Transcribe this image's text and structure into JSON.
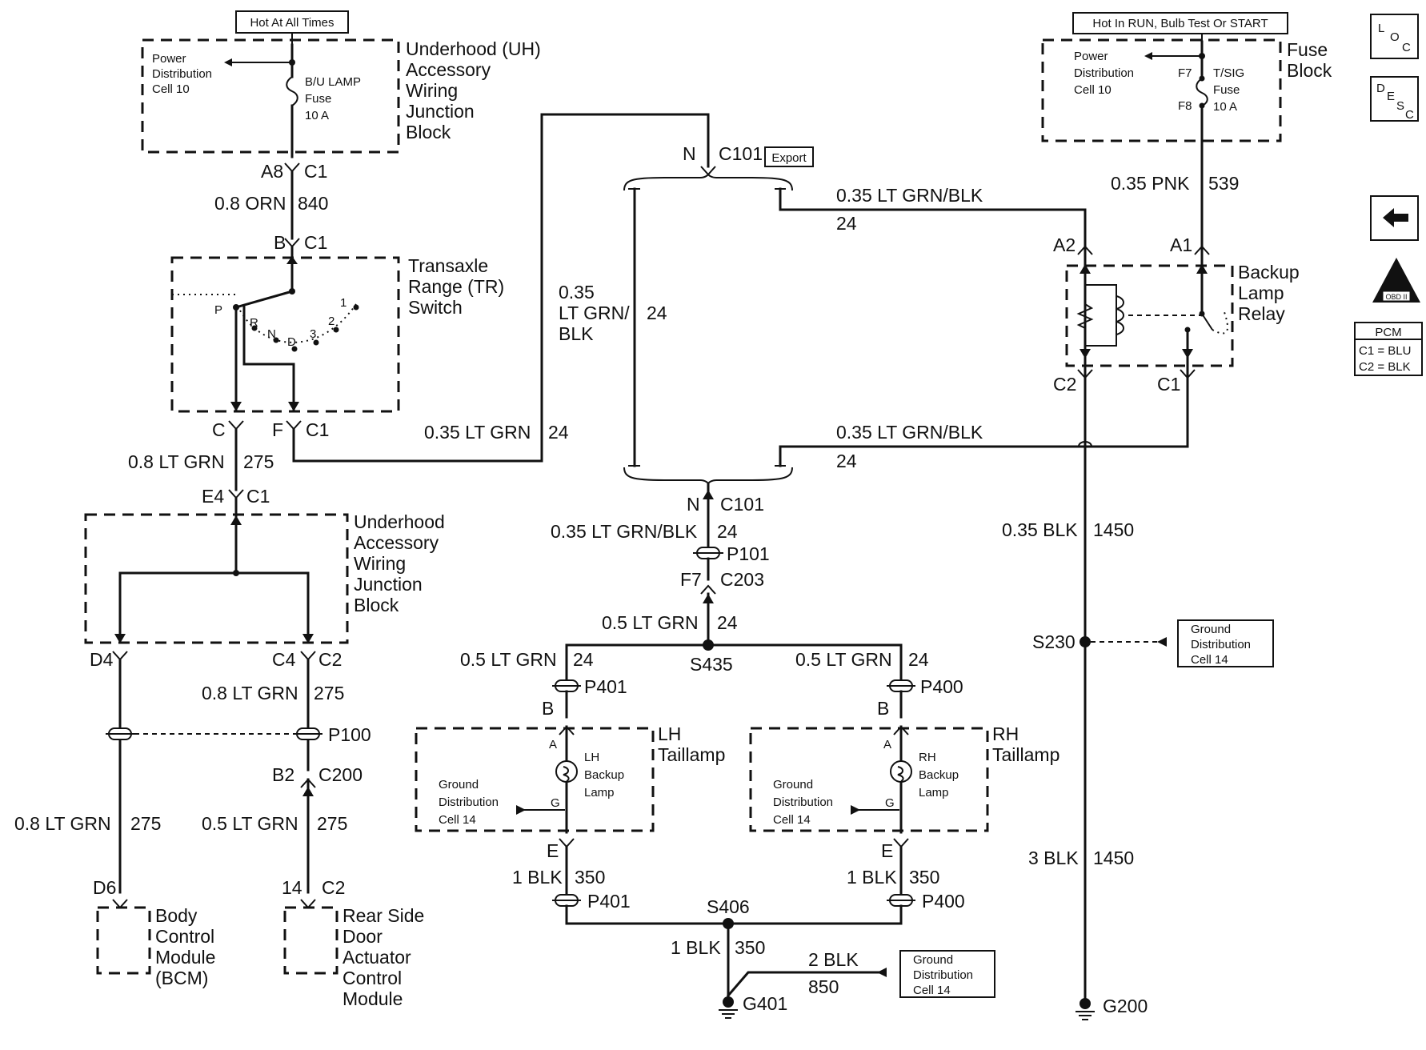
{
  "power": {
    "left_title": "Hot At All Times",
    "right_title": "Hot In RUN, Bulb Test Or START"
  },
  "uh_block_top": {
    "pdc": [
      "Power",
      "Distribution",
      "Cell 10"
    ],
    "fuse": [
      "B/U LAMP",
      "Fuse",
      "10 A"
    ],
    "name": [
      "Underhood (UH)",
      "Accessory",
      "Wiring",
      "Junction",
      "Block"
    ]
  },
  "fuse_block": {
    "pdc": [
      "Power",
      "Distribution",
      "Cell 10"
    ],
    "pin_f7": "F7",
    "pin_f8": "F8",
    "fuse": [
      "T/SIG",
      "Fuse",
      "10 A"
    ],
    "name": [
      "Fuse",
      "Block"
    ]
  },
  "side_icons": {
    "loc": [
      "L",
      "O",
      "C"
    ],
    "desc": [
      "D",
      "E",
      "S",
      "C"
    ],
    "obd": "OBD II",
    "pcm_title": "PCM",
    "pcm_lines": [
      "C1 = BLU",
      "C2 = BLK"
    ]
  },
  "conn": {
    "a8": "A8",
    "c1_a8": "C1",
    "b": "B",
    "c1_b": "C1",
    "c": "C",
    "f": "F",
    "c1_cf": "C1",
    "e4": "E4",
    "c1_e4": "C1",
    "d4": "D4",
    "c4": "C4",
    "c2_c4": "C2",
    "p100": "P100",
    "b2": "B2",
    "c200": "C200",
    "d6": "D6",
    "pin14": "14",
    "c2_14": "C2",
    "n_top": "N",
    "c101_top": "C101",
    "export": "Export",
    "n_bot": "N",
    "c101_bot": "C101",
    "p101": "P101",
    "f7": "F7",
    "c203": "C203",
    "s435": "S435",
    "p401_top": "P401",
    "b_lh": "B",
    "p400_top": "P400",
    "b_rh": "B",
    "a_lh": "A",
    "g_lh": "G",
    "e_lh": "E",
    "a_rh": "A",
    "g_rh": "G",
    "e_rh": "E",
    "p401_bot": "P401",
    "p400_bot": "P400",
    "s406": "S406",
    "g401": "G401",
    "a2": "A2",
    "a1": "A1",
    "c2_relay": "C2",
    "c1_relay": "C1",
    "s230": "S230",
    "g200": "G200"
  },
  "wires": {
    "w840": [
      "0.8 ORN",
      "840"
    ],
    "w275a": [
      "0.8 LT GRN",
      "275"
    ],
    "w24_grn": [
      "0.35 LT GRN",
      "24"
    ],
    "w24_left": [
      "0.35",
      "LT GRN/",
      "BLK",
      "24"
    ],
    "w275_c4": [
      "0.8 LT GRN",
      "275"
    ],
    "w275_d6": [
      "0.8 LT GRN",
      "275"
    ],
    "w275_14": [
      "0.5 LT GRN",
      "275"
    ],
    "w24_top": [
      "0.35 LT GRN/BLK",
      "24"
    ],
    "w24_mid": [
      "0.35 LT GRN/BLK",
      "24"
    ],
    "w24_c101": [
      "0.35 LT GRN/BLK",
      "24"
    ],
    "w24_s435": [
      "0.5 LT GRN",
      "24"
    ],
    "w24_lh": [
      "0.5 LT GRN",
      "24"
    ],
    "w24_rh": [
      "0.5 LT GRN",
      "24"
    ],
    "w350_lh": [
      "1 BLK",
      "350"
    ],
    "w350_rh": [
      "1 BLK",
      "350"
    ],
    "w350_g": [
      "1 BLK",
      "350"
    ],
    "w850": [
      "2 BLK",
      "850"
    ],
    "w539": [
      "0.35 PNK",
      "539"
    ],
    "w1450a": [
      "0.35 BLK",
      "1450"
    ],
    "w1450b": [
      "3 BLK",
      "1450"
    ]
  },
  "components": {
    "tr_switch": [
      "Transaxle",
      "Range (TR)",
      "Switch"
    ],
    "tr_positions": [
      "P",
      "R",
      "N",
      "D",
      "3",
      "2",
      "1"
    ],
    "uh_block_mid": [
      "Underhood",
      "Accessory",
      "Wiring",
      "Junction",
      "Block"
    ],
    "bcm": [
      "Body",
      "Control",
      "Module",
      "(BCM)"
    ],
    "rsdacm": [
      "Rear Side",
      "Door",
      "Actuator",
      "Control",
      "Module"
    ],
    "lh_taillamp": [
      "LH",
      "Taillamp"
    ],
    "rh_taillamp": [
      "RH",
      "Taillamp"
    ],
    "lh_lamp": [
      "LH",
      "Backup",
      "Lamp"
    ],
    "rh_lamp": [
      "RH",
      "Backup",
      "Lamp"
    ],
    "relay": [
      "Backup",
      "Lamp",
      "Relay"
    ],
    "gnd_lh": [
      "Ground",
      "Distribution",
      "Cell 14"
    ],
    "gnd_rh": [
      "Ground",
      "Distribution",
      "Cell 14"
    ],
    "gnd_s230": [
      "Ground",
      "Distribution",
      "Cell 14"
    ],
    "gnd_g401": [
      "Ground",
      "Distribution",
      "Cell 14"
    ]
  }
}
